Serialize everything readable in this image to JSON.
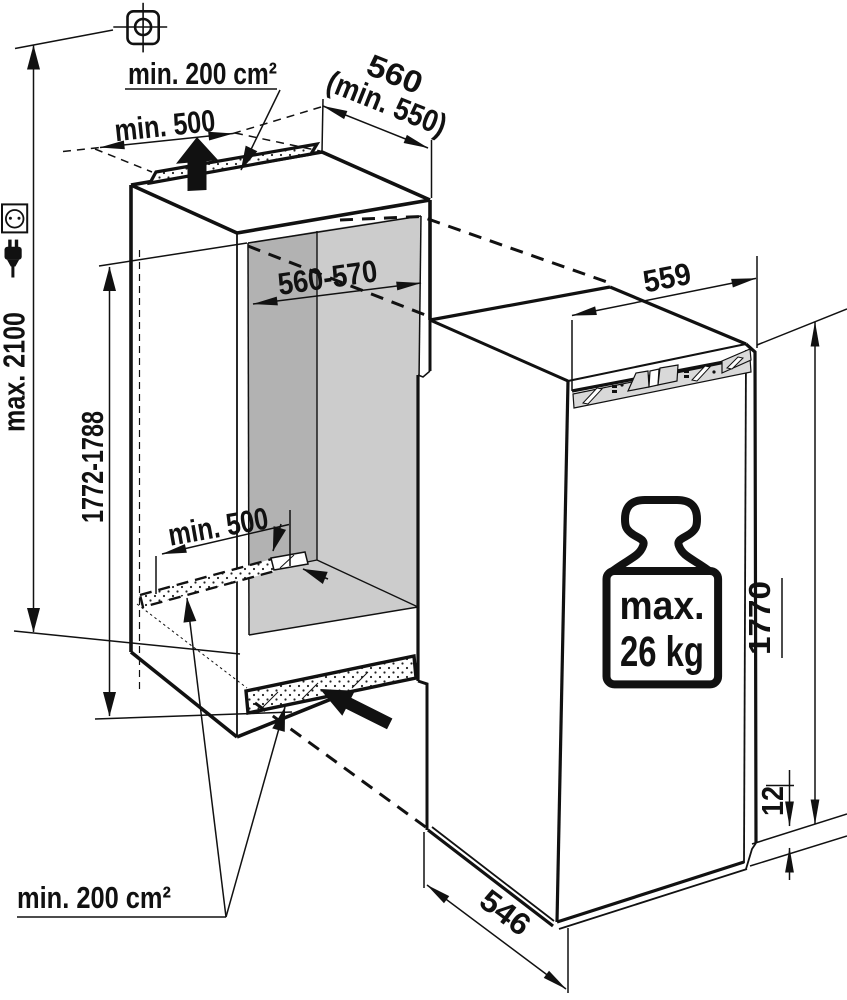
{
  "diagram": {
    "title": "built-in appliance niche installation drawing",
    "labels": {
      "vent_area_top": "min. 200 cm²",
      "clearance_top": "min. 500",
      "niche_depth": "560",
      "niche_depth_min": "(min. 550)",
      "niche_width": "560-570",
      "appliance_width": "559",
      "ceiling_max_height": "max. 2100",
      "niche_height": "1772-1788",
      "rear_floor_gap": "min. 500",
      "appliance_height": "1770",
      "weight_max": "max.",
      "weight_value": "26 kg",
      "base_height": "12",
      "appliance_depth": "546",
      "vent_area_bottom": "min. 200 cm²"
    },
    "icons": {
      "datum": "ceiling-datum-crosshair",
      "socket": "power-socket",
      "plug": "power-plug",
      "weight": "kettlebell-weight",
      "air_out": "airflow-up-arrow",
      "air_in": "airflow-insert-arrow"
    },
    "colors": {
      "line": "#111111",
      "back_wall": "#b2b2b2",
      "side_wall": "#cccccc",
      "bracket_strip": "#d9d9d9",
      "background": "#ffffff"
    }
  }
}
